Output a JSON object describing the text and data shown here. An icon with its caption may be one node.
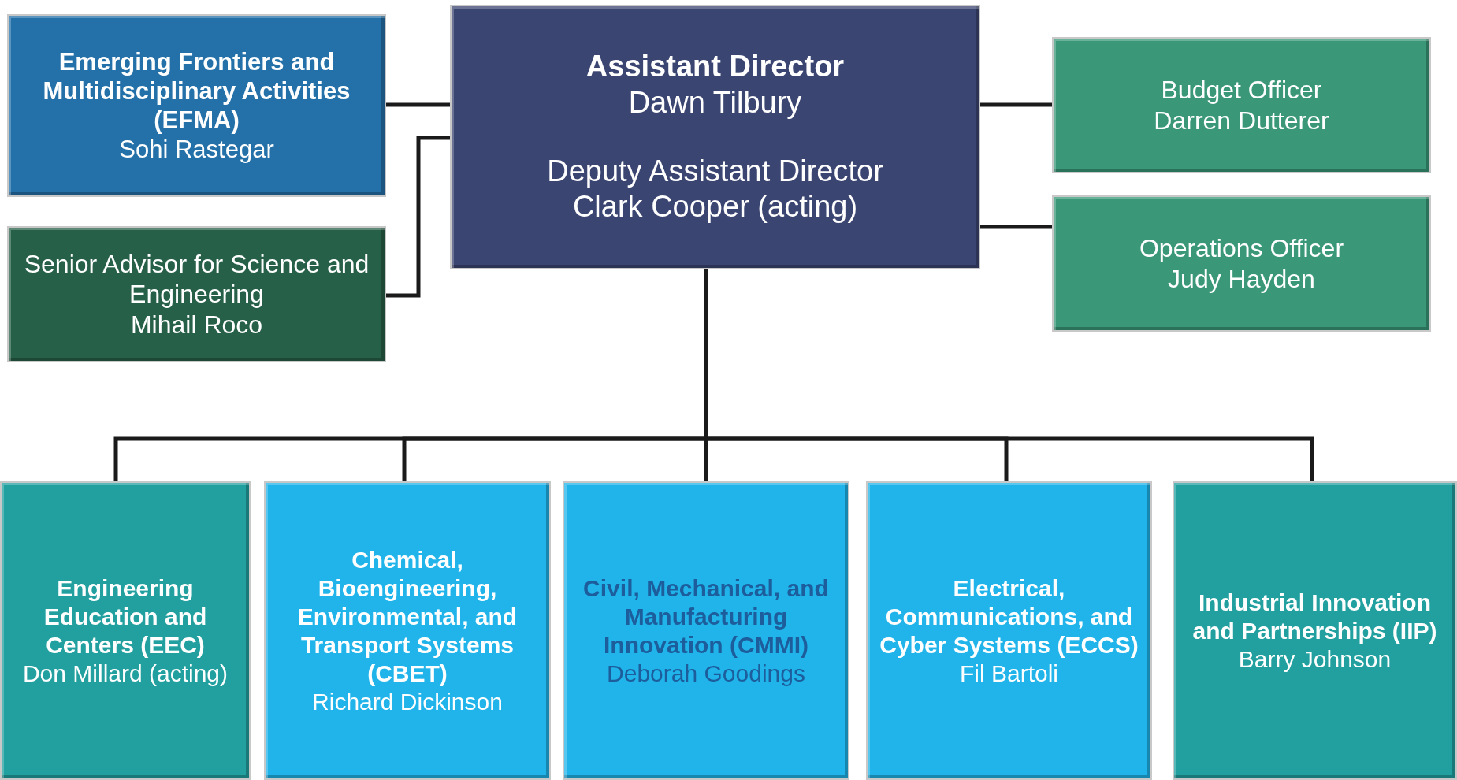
{
  "diagram": {
    "nodes": [
      {
        "text": [
          "Emerging Frontiers and Multidisciplinary Activities (EFMA)",
          "Sohi Rastegar"
        ]
      },
      {
        "text": [
          "Assistant Director",
          "Dawn Tilbury",
          "Deputy Assistant Director",
          "Clark Cooper (acting)"
        ]
      },
      {
        "text": [
          "Budget Officer",
          "Darren Dutterer"
        ]
      },
      {
        "text": [
          "Senior Advisor for Science and Engineering",
          "Mihail Roco"
        ]
      },
      {
        "text": [
          "Operations Officer",
          "Judy Hayden"
        ]
      },
      {
        "text": [
          "Engineering Education and Centers (EEC)",
          "Don Millard (acting)"
        ]
      },
      {
        "text": [
          "Chemical, Bioengineering, Environmental, and Transport Systems (CBET)",
          "Richard Dickinson"
        ]
      },
      {
        "text": [
          "Civil, Mechanical, and Manufacturing Innovation (CMMI)",
          "Deborah Goodings"
        ]
      },
      {
        "text": [
          "Electrical, Communications, and Cyber Systems (ECCS)",
          "Fil Bartoli"
        ]
      },
      {
        "text": [
          "Industrial Innovation and Partnerships (IIP)",
          "Barry Johnson"
        ]
      }
    ],
    "edges": [
      {
        "from": 1,
        "to": 0,
        "arrow": "none"
      },
      {
        "from": 1,
        "to": 3,
        "arrow": "none"
      },
      {
        "from": 1,
        "to": 2,
        "arrow": "none"
      },
      {
        "from": 1,
        "to": 4,
        "arrow": "none"
      },
      {
        "from": 1,
        "to": 5,
        "arrow": "none"
      },
      {
        "from": 1,
        "to": 6,
        "arrow": "none"
      },
      {
        "from": 1,
        "to": 7,
        "arrow": "none"
      },
      {
        "from": 1,
        "to": 8,
        "arrow": "none"
      },
      {
        "from": 1,
        "to": 9,
        "arrow": "none"
      }
    ]
  }
}
